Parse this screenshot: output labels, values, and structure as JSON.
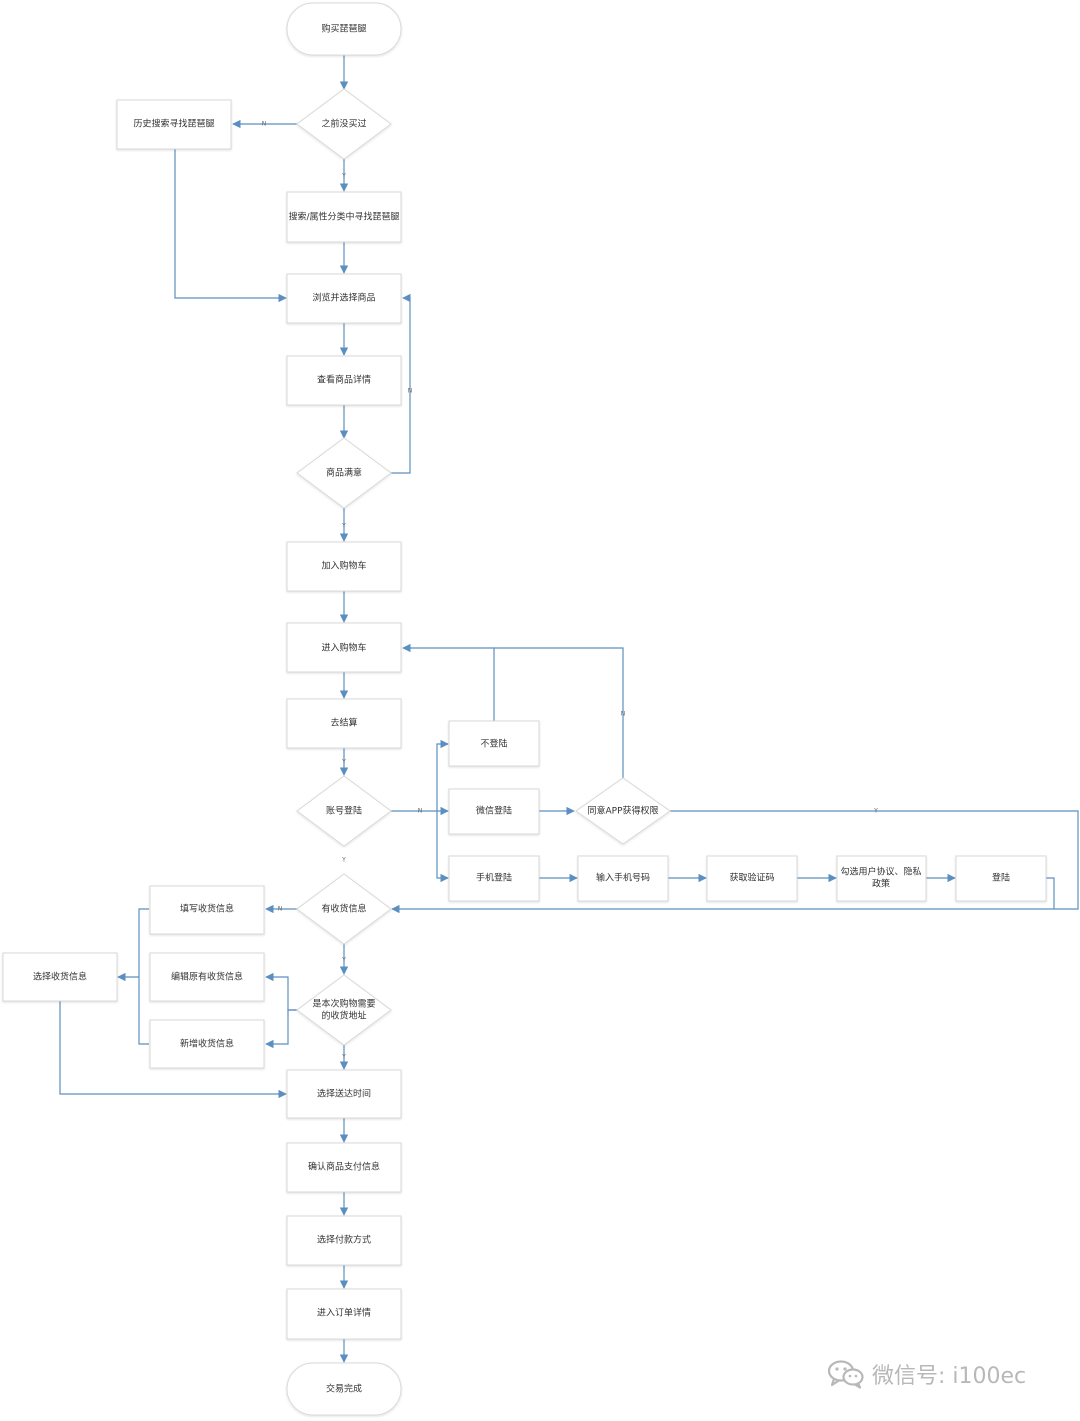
{
  "nodes": {
    "start": "购买琵琶腿",
    "history": "历史搜索寻找琵琶腿",
    "bought_before": "之前没买过",
    "search": "搜索/属性分类中寻找琵琶腿",
    "browse": "浏览并选择商品",
    "detail": "查看商品详情",
    "satisfied": "商品满意",
    "add_cart": "加入购物车",
    "enter_cart": "进入购物车",
    "checkout": "去结算",
    "account_login": "账号登陆",
    "no_login": "不登陆",
    "wechat_login": "微信登陆",
    "phone_login": "手机登陆",
    "agree_app": "同意APP获得权限",
    "input_phone": "输入手机号码",
    "get_code": "获取验证码",
    "agree_policy": [
      "勾选用户协议、隐私",
      "政策"
    ],
    "login": "登陆",
    "has_address": "有收货信息",
    "fill_address": "填写收货信息",
    "edit_address": "编辑原有收货信息",
    "select_address": "选择收货信息",
    "need_address": [
      "是本次购物需要",
      "的收货地址"
    ],
    "new_address": "新增收货信息",
    "select_time": "选择送达时间",
    "confirm_pay": "确认商品支付信息",
    "pay_method": "选择付款方式",
    "order_detail": "进入订单详情",
    "finish": "交易完成"
  },
  "edge_labels": {
    "yes": "Y",
    "no": "N"
  },
  "colors": {
    "edge": "#5b8fbf",
    "node_border": "#d9d9d9",
    "text": "#333333"
  },
  "watermark": {
    "icon": "wechat-icon",
    "text": "微信号: i100ec"
  }
}
